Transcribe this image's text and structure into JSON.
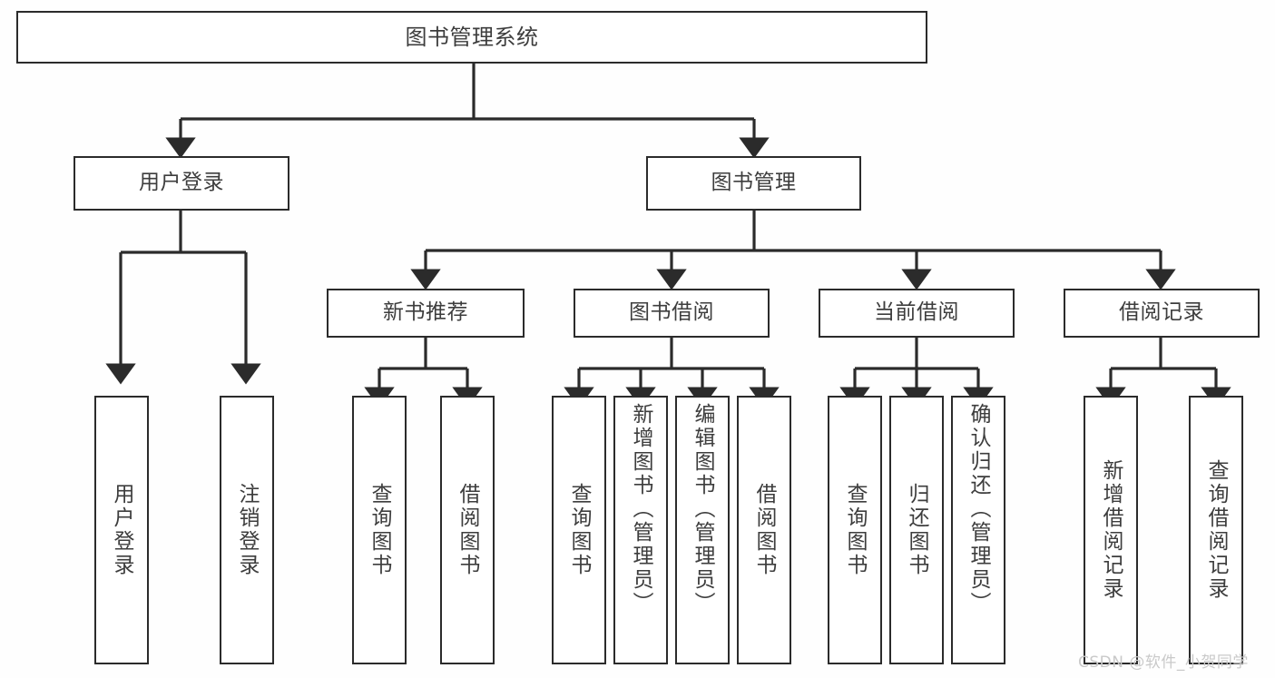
{
  "diagram": {
    "title": "图书管理系统",
    "type": "功能结构图",
    "stroke_color": "#2b2b2b",
    "background_color": "#fefefe",
    "text_color": "#3d3d3d"
  },
  "root": {
    "label": "图书管理系统"
  },
  "level2": [
    {
      "label": "用户登录"
    },
    {
      "label": "图书管理"
    }
  ],
  "level3": [
    {
      "label": "新书推荐"
    },
    {
      "label": "图书借阅"
    },
    {
      "label": "当前借阅"
    },
    {
      "label": "借阅记录"
    }
  ],
  "leaves": {
    "user_login": [
      {
        "label": "用户登录"
      },
      {
        "label": "注销登录"
      }
    ],
    "new_book": [
      {
        "label": "查询图书"
      },
      {
        "label": "借阅图书"
      }
    ],
    "borrow": [
      {
        "label": "查询图书"
      },
      {
        "label": "新增图书（管理员）"
      },
      {
        "label": "编辑图书（管理员）"
      },
      {
        "label": "借阅图书"
      }
    ],
    "current": [
      {
        "label": "查询图书"
      },
      {
        "label": "归还图书"
      },
      {
        "label": "确认归还（管理员）"
      }
    ],
    "records": [
      {
        "label": "新增借阅记录"
      },
      {
        "label": "查询借阅记录"
      }
    ]
  },
  "watermark": {
    "text": "CSDN @软件_小贺同学"
  }
}
